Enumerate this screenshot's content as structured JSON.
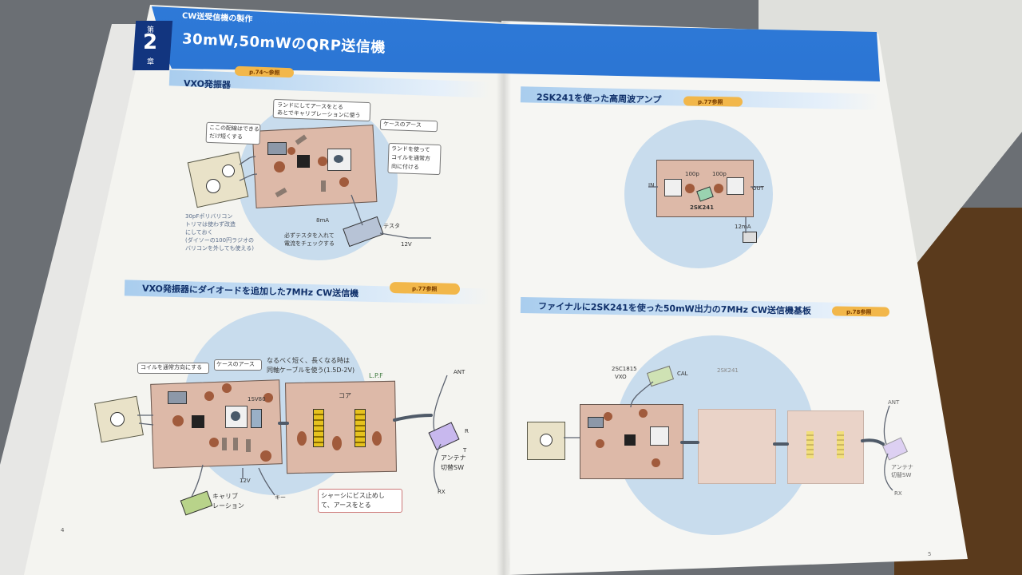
{
  "page": {
    "chapter_label_top": "第",
    "chapter_number": "2",
    "chapter_label_bottom": "章",
    "subtitle": "CW送受信機の製作",
    "title": "30mW,50mWのQRP送信機"
  },
  "sections": [
    {
      "title": "VXO発振器",
      "ref": "p.74～参照"
    },
    {
      "title": "2SK241を使った高周波アンプ",
      "ref": "p.77参照"
    },
    {
      "title": "VXO発振器にダイオードを追加した7MHz CW送信機",
      "ref": "p.77参照"
    },
    {
      "title": "ファイナルに2SK241を使った50mW出力の7MHz CW送信機基板",
      "ref": "p.78参照"
    }
  ],
  "labels": {
    "vxo_note1": "ランドにしてアースをとる",
    "vxo_note2": "あとでキャリブレーションに使う",
    "vxo_case": "ケースのアース",
    "vxo_note3": "ランドを使って",
    "vxo_note4": "コイルを通常方",
    "vxo_note5": "向に付ける",
    "vxo_left1": "ここの配線はできる",
    "vxo_left2": "だけ短くする",
    "vxo_var1": "30pFポリバリコン",
    "vxo_var2": "トリマは使わず改造",
    "vxo_var3": "にしておく",
    "vxo_var4": "(ダイソーの100円ラジオの",
    "vxo_var5": "バリコンを外しても使える)",
    "vxo_ma": "8mA",
    "tester": "テスタ",
    "vxo_bottom1": "必ずテスタを入れて",
    "vxo_bottom2": "電流をチェックする",
    "v12": "12V",
    "amp_100p_1": "100p",
    "amp_100p_2": "100p",
    "amp_in": "IN",
    "amp_out": "OUT",
    "amp_fet": "2SK241",
    "amp_ma": "12mA",
    "tx_coil": "コイルを通常方向にする",
    "tx_case": "ケースのアース",
    "tx_note1": "なるべく短く、長くなる時は",
    "tx_note2": "同軸ケーブルを使う(1.5D-2V)",
    "tx_lpf": "L.P.F",
    "tx_core": "コア",
    "tx_diode": "1SV80",
    "tx_ant": "ANT",
    "tx_r": "R",
    "tx_t": "T",
    "tx_antsw1": "アンテナ",
    "tx_antsw2": "切替SW",
    "tx_rx": "RX",
    "tx_v12": "12V",
    "tx_key": "キー",
    "tx_cal1": "キャリブ",
    "tx_cal2": "レーション",
    "tx_chassis1": "シャーシにビス止めし",
    "tx_chassis2": "て、アースをとる",
    "f_2sc": "2SC1815",
    "f_vxo": "VXO",
    "f_cal": "CAL",
    "f_ant": "ANT",
    "f_antsw1": "アンテナ",
    "f_antsw2": "切替SW",
    "f_rx": "RX",
    "f_2sk": "2SK241",
    "page_left": "4",
    "page_right": "5"
  },
  "colors": {
    "header_blue": "#1f5fc4",
    "header_dark": "#12357f",
    "board": "#dcb7a6",
    "circle": "#c6dcee",
    "page_paper": "#f3f3ef"
  }
}
